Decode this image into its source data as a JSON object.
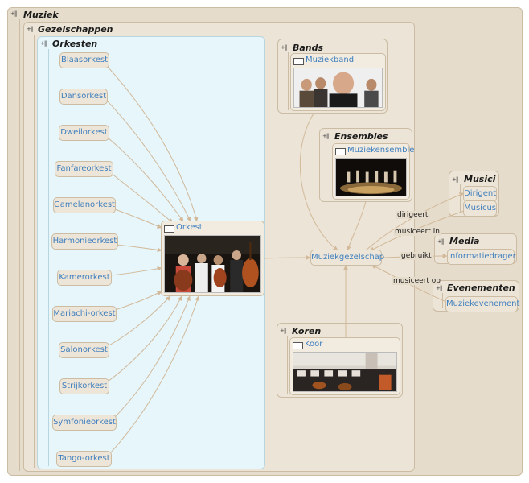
{
  "groups": {
    "muziek": "Muziek",
    "gezelschappen": "Gezelschappen",
    "orkesten": "Orkesten",
    "bands": "Bands",
    "ensembles": "Ensembles",
    "koren": "Koren",
    "musici": "Musici",
    "media": "Media",
    "evenementen": "Evenementen"
  },
  "orkest_types": [
    "Blaasorkest",
    "Dansorkest",
    "Dweilorkest",
    "Fanfareorkest",
    "Gamelanorkest",
    "Harmonieorkest",
    "Kamerorkest",
    "Mariachi-orkest",
    "Salonorkest",
    "Strijkorkest",
    "Symfonieorkest",
    "Tango-orkest"
  ],
  "cards": {
    "orkest": "Orkest",
    "muziekband": "Muziekband",
    "muziekensemble": "Muziekensemble",
    "koor": "Koor"
  },
  "nodes": {
    "muziekgezelschap": "Muziekgezelschap",
    "dirigent": "Dirigent",
    "musicus": "Musicus",
    "informatiedrager": "Informatiedrager",
    "muziekevenement": "Muziekevenement"
  },
  "relations": {
    "dirigeert": "dirigeert",
    "musiceert_in": "musiceert in",
    "gebruikt": "gebruikt",
    "musiceert_op": "musiceert op"
  },
  "colors": {
    "frame": "#e6dccb",
    "orkesten_bg": "#e6f6fb",
    "link_text": "#3f7fbf",
    "edge": "#d2b99a"
  }
}
